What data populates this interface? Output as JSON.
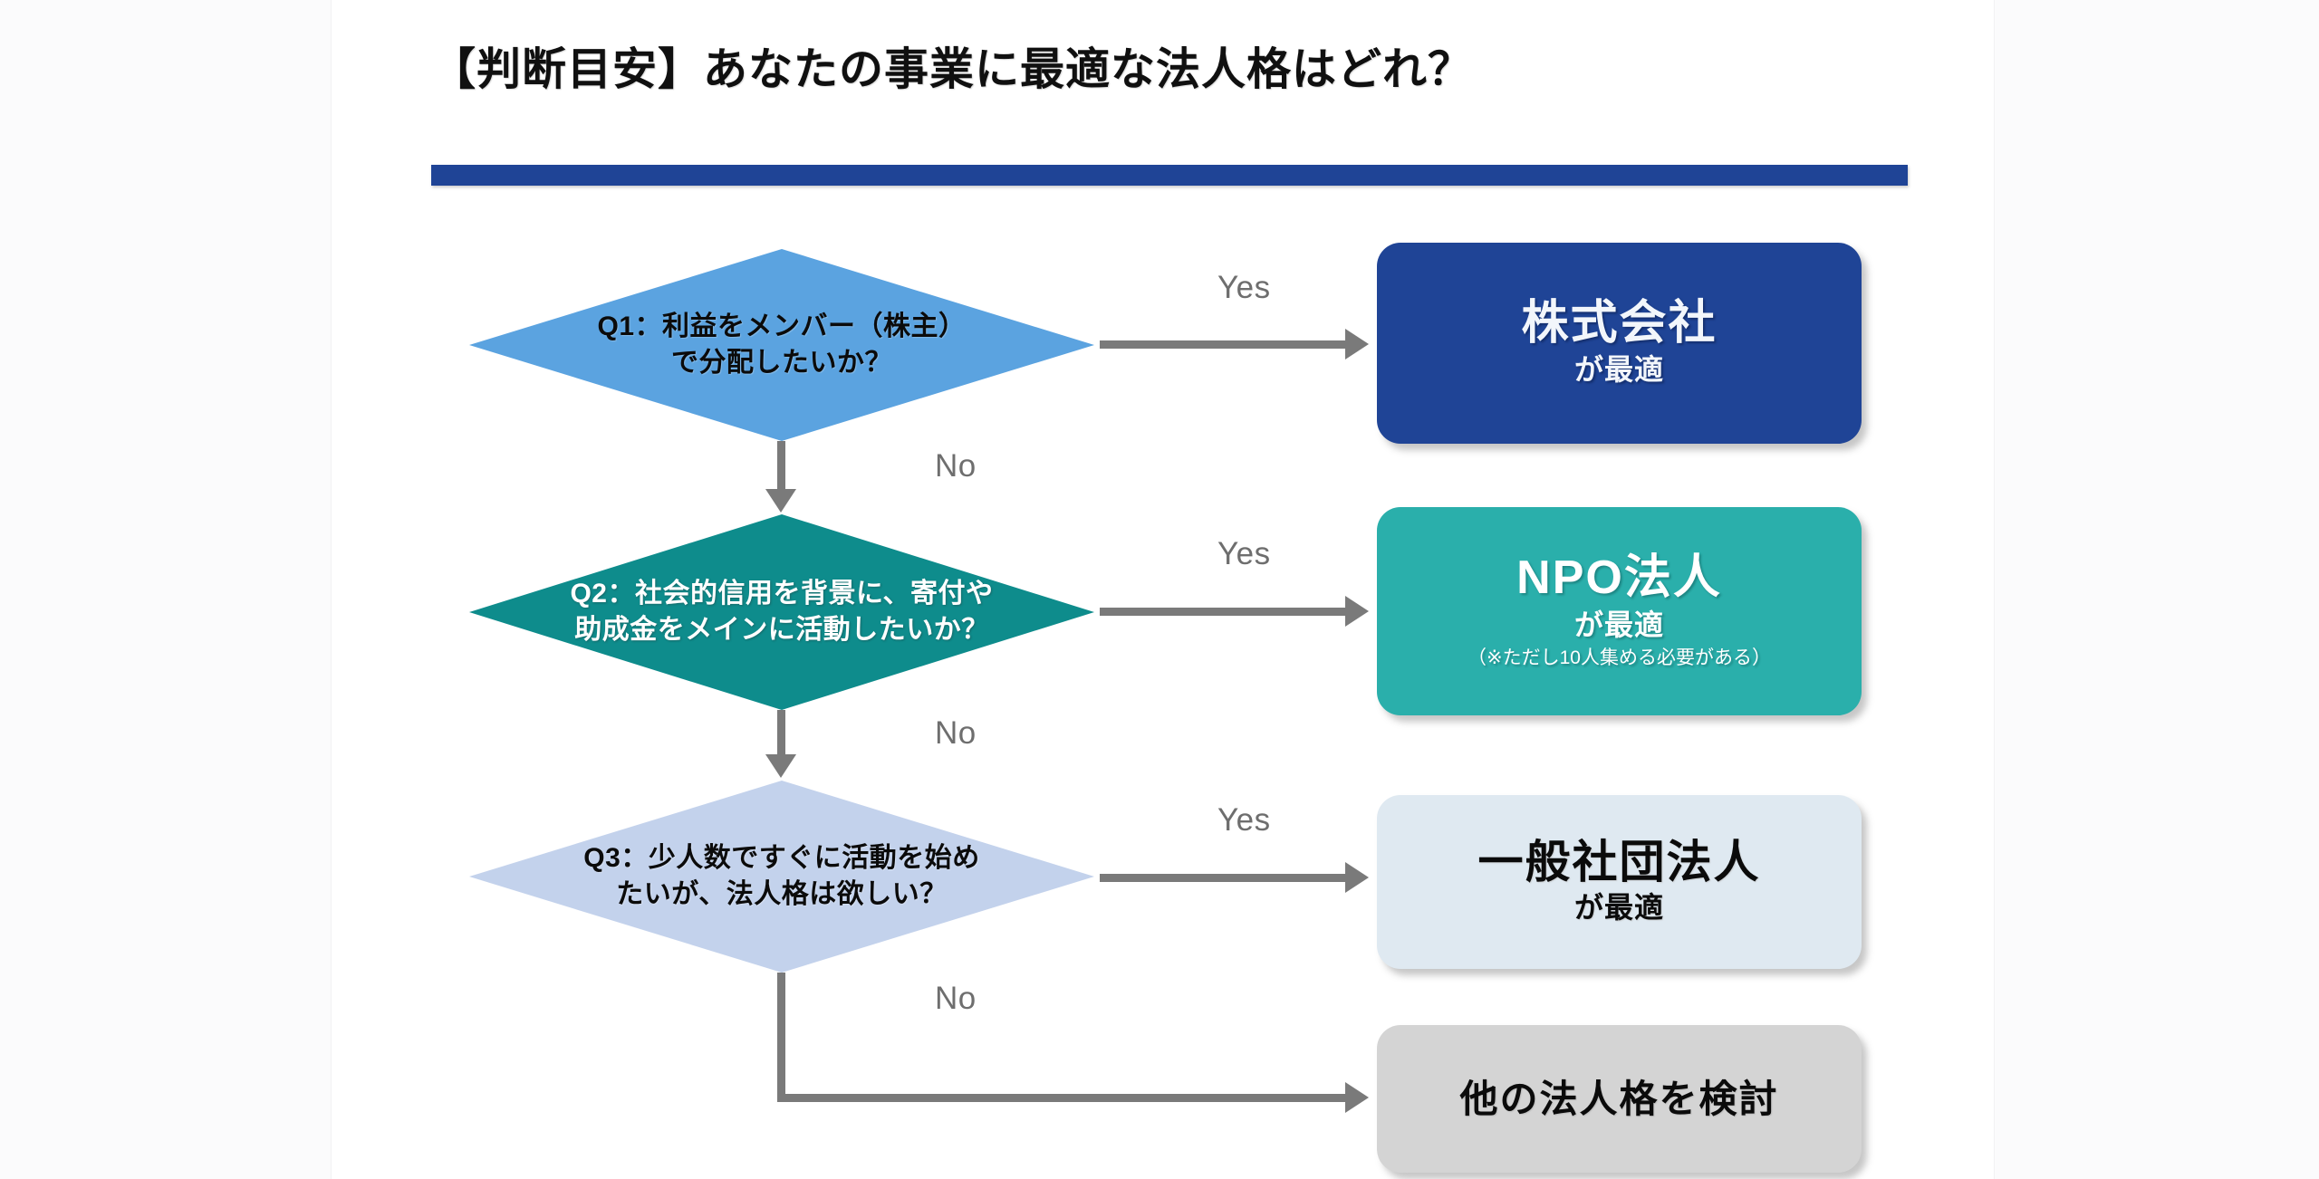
{
  "slide": {
    "title": "【判断目安】あなたの事業に最適な法人格はどれ？",
    "accent_color": "#1F4496",
    "background_color": "#FFFFFF"
  },
  "flow": {
    "type": "decision-flowchart",
    "branch_labels": {
      "yes": "Yes",
      "no": "No"
    },
    "decisions": [
      {
        "id": "q1",
        "text": "Q1：利益をメンバー（株主）\nで分配したいか？",
        "fill": "#5BA3E0",
        "text_color": "#0B0B0B",
        "yes_label": "Yes",
        "no_label": "No",
        "yes_target": "株式会社",
        "no_target": "Q2"
      },
      {
        "id": "q2",
        "text": "Q2：社会的信用を背景に、寄付や\n助成金をメインに活動したいか？",
        "fill": "#0E8C8C",
        "text_color": "#FFFFFF",
        "yes_label": "Yes",
        "no_label": "No",
        "yes_target": "NPO法人",
        "no_target": "Q3"
      },
      {
        "id": "q3",
        "text": "Q3：少人数ですぐに活動を始め\nたいが、法人格は欲しい？",
        "fill": "#C3D2EC",
        "text_color": "#0B0B0B",
        "yes_label": "Yes",
        "no_label": "No",
        "yes_target": "一般社団法人",
        "no_target": "他の法人格を検討"
      }
    ],
    "results": [
      {
        "id": "kabushiki-gaisha",
        "main": "株式会社",
        "sub": "が最適",
        "note": "",
        "fill": "#1F4496",
        "text_color": "#F2F6FB"
      },
      {
        "id": "npo-houjin",
        "main": "NPO法人",
        "sub": "が最適",
        "note": "（※ただし10人集める必要がある）",
        "fill": "#2AAFAB",
        "text_color": "#FFFFFF"
      },
      {
        "id": "ippan-shadan-houjin",
        "main": "一般社団法人",
        "sub": "が最適",
        "note": "",
        "fill": "#DFE9F1",
        "text_color": "#0B0B0B"
      },
      {
        "id": "sonota-houjinkaku",
        "main": "他の法人格を検討",
        "sub": "",
        "note": "",
        "fill": "#D4D4D4",
        "text_color": "#0B0B0B"
      }
    ],
    "connector_color": "#7A7A7A"
  }
}
